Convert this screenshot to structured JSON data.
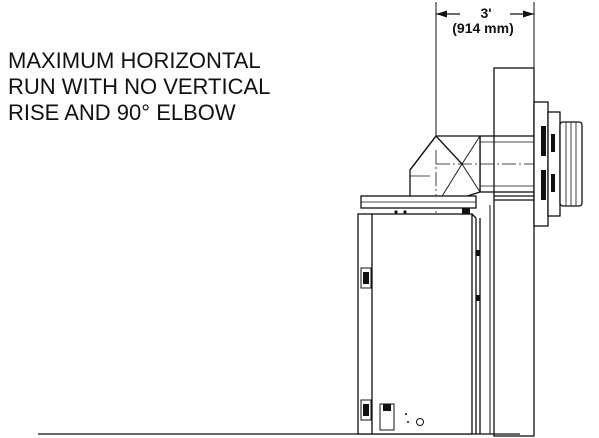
{
  "caption": {
    "lines": [
      "MAXIMUM HORIZONTAL",
      "RUN WITH NO VERTICAL",
      "RISE AND 90° ELBOW"
    ]
  },
  "dimension": {
    "feet": "3'",
    "metric": "(914 mm)"
  },
  "colors": {
    "ink": "#111111",
    "background": "#ffffff"
  }
}
